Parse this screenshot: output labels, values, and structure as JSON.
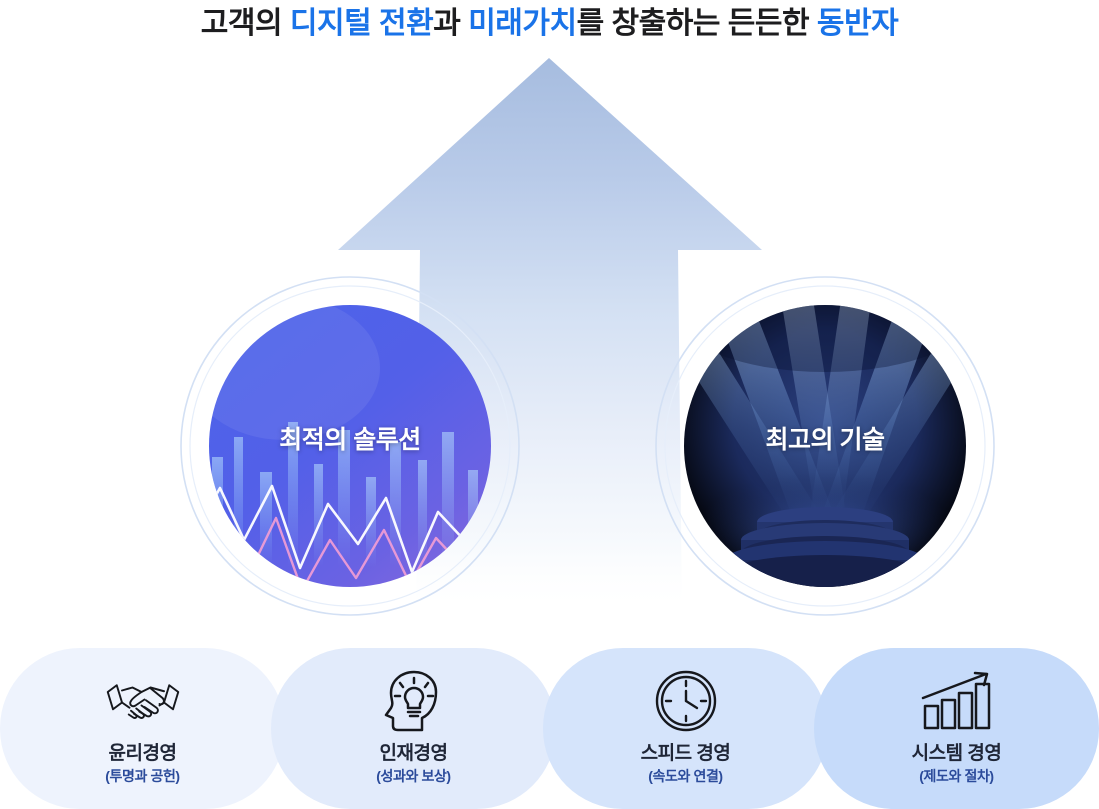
{
  "title": {
    "segments": [
      {
        "text": "고객의 ",
        "color": "dark"
      },
      {
        "text": "디지털 전환",
        "color": "blue"
      },
      {
        "text": "과 ",
        "color": "dark"
      },
      {
        "text": "미래가치",
        "color": "blue"
      },
      {
        "text": "를 창출하는 든든한 ",
        "color": "dark"
      },
      {
        "text": "동반자",
        "color": "blue"
      }
    ],
    "plain": "고객의 디지털 전환과 미래가치를 창출하는 든든한 동반자",
    "accent_color": "#1a73e8",
    "text_color": "#1d1d1f"
  },
  "arrow": {
    "icon": "up-arrow-icon",
    "direction": "up",
    "gradient_top": "#a8bde0",
    "gradient_bottom": "#ffffff"
  },
  "orbs": [
    {
      "id": "orb-left",
      "label": "최적의 솔루션",
      "icon": "chart-lines-orb-icon",
      "fill_start": "#5566ea",
      "fill_end": "#7a6fe0",
      "ring_color": "#cfdcf5",
      "label_color": "#ffffff"
    },
    {
      "id": "orb-right",
      "label": "최고의 기술",
      "icon": "spotlight-stage-orb-icon",
      "fill_start": "#1c2a5e",
      "fill_end": "#0c1330",
      "ring_color": "#cfdcf5",
      "label_color": "#ffffff"
    }
  ],
  "pills": [
    {
      "title": "윤리경영",
      "sub": "(투명과 공헌)",
      "icon": "handshake-icon",
      "bg": "#eef3fd"
    },
    {
      "title": "인재경영",
      "sub": "(성과와 보상)",
      "icon": "head-lightbulb-icon",
      "bg": "#e2ebfb"
    },
    {
      "title": "스피드 경영",
      "sub": "(속도와 연결)",
      "icon": "clock-icon",
      "bg": "#d5e4fb"
    },
    {
      "title": "시스템 경영",
      "sub": "(제도와 절차)",
      "icon": "growth-bars-arrow-icon",
      "bg": "#c6dbfa"
    }
  ],
  "colors": {
    "title_accent": "#1a73e8",
    "pill_title": "#1f2637",
    "pill_sub": "#2b4b9b",
    "icon_stroke": "#16181d",
    "background": "#ffffff"
  }
}
